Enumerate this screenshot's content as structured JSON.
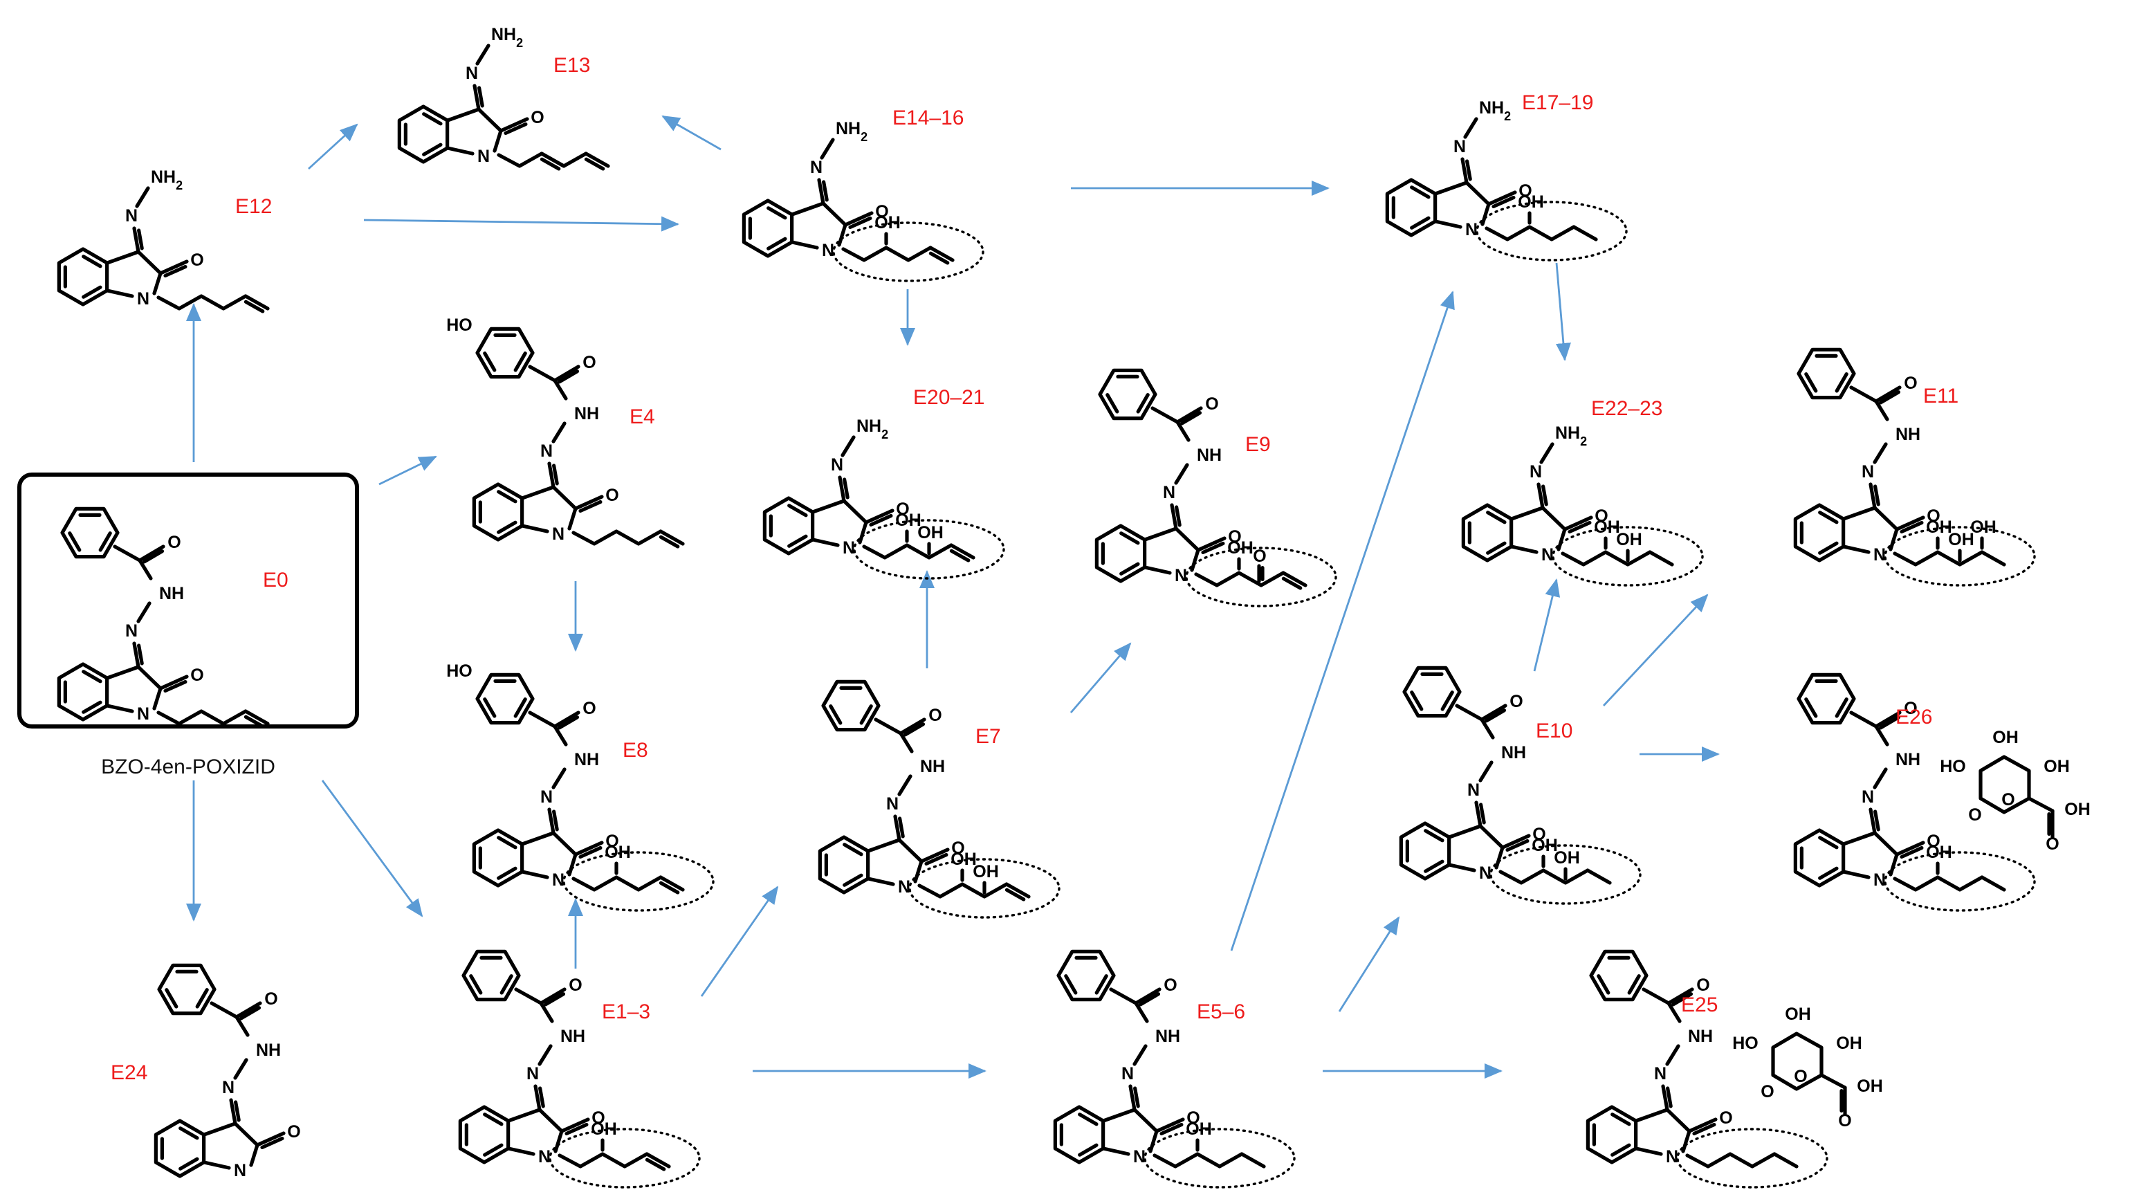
{
  "colors": {
    "label": "#ee1c1c",
    "arrow": "#5b9bd5",
    "structure": "#000000",
    "frame": "#000000"
  },
  "parent": {
    "id": "E0",
    "caption": "BZO-4en-POXIZID"
  },
  "compounds": [
    {
      "id": "E0",
      "label": "E0",
      "core": "bzo",
      "tail": "pentenyl"
    },
    {
      "id": "E12",
      "label": "E12",
      "core": "hydrazone",
      "tail": "pentenyl"
    },
    {
      "id": "E13",
      "label": "E13",
      "core": "hydrazone",
      "tail": "pentadienyl"
    },
    {
      "id": "E14-16",
      "label": "E14–16",
      "core": "hydrazone",
      "tail": "pentenyl",
      "groups": [
        "OH"
      ]
    },
    {
      "id": "E17-19",
      "label": "E17–19",
      "core": "hydrazone",
      "tail": "pentyl",
      "groups": [
        "OH"
      ]
    },
    {
      "id": "E4",
      "label": "E4",
      "core": "hydroxybzo",
      "tail": "pentenyl"
    },
    {
      "id": "E8",
      "label": "E8",
      "core": "hydroxybzo",
      "tail": "pentenyl",
      "groups": [
        "OH"
      ]
    },
    {
      "id": "E20-21",
      "label": "E20–21",
      "core": "hydrazone",
      "tail": "pentenyl",
      "groups": [
        "OH",
        "OH"
      ]
    },
    {
      "id": "E9",
      "label": "E9",
      "core": "bzo",
      "tail": "pentenyl",
      "groups": [
        "OH",
        "O"
      ]
    },
    {
      "id": "E22-23",
      "label": "E22–23",
      "core": "hydrazone",
      "tail": "pentyl",
      "groups": [
        "OH",
        "OH"
      ]
    },
    {
      "id": "E11",
      "label": "E11",
      "core": "bzo",
      "tail": "pentyl",
      "groups": [
        "OH",
        "OH",
        "OH"
      ]
    },
    {
      "id": "E7",
      "label": "E7",
      "core": "bzo",
      "tail": "pentenyl",
      "groups": [
        "OH",
        "OH"
      ]
    },
    {
      "id": "E10",
      "label": "E10",
      "core": "bzo",
      "tail": "pentyl",
      "groups": [
        "OH",
        "OH"
      ]
    },
    {
      "id": "E26",
      "label": "E26",
      "core": "bzo",
      "tail": "pentyl",
      "groups": [
        "OH",
        "O-glucuronide"
      ]
    },
    {
      "id": "E24",
      "label": "E24",
      "core": "bzo",
      "tail": "none"
    },
    {
      "id": "E1-3",
      "label": "E1–3",
      "core": "bzo",
      "tail": "pentenyl",
      "groups": [
        "OH"
      ]
    },
    {
      "id": "E5-6",
      "label": "E5–6",
      "core": "bzo",
      "tail": "pentyl",
      "groups": [
        "OH"
      ]
    },
    {
      "id": "E25",
      "label": "E25",
      "core": "bzo",
      "tail": "pentyl",
      "groups": [
        "O-glucuronide"
      ]
    }
  ],
  "atoms": {
    "nh2": "NH",
    "nh2_sub": "2",
    "n": "N",
    "o": "O",
    "oh": "OH",
    "ho": "HO",
    "nh": "NH"
  },
  "pathways": [
    [
      "E0",
      "E12"
    ],
    [
      "E0",
      "E4"
    ],
    [
      "E0",
      "E24"
    ],
    [
      "E0",
      "E1-3"
    ],
    [
      "E12",
      "E13"
    ],
    [
      "E12",
      "E14-16"
    ],
    [
      "E14-16",
      "E13"
    ],
    [
      "E14-16",
      "E17-19"
    ],
    [
      "E14-16",
      "E20-21"
    ],
    [
      "E4",
      "E8"
    ],
    [
      "E1-3",
      "E8"
    ],
    [
      "E1-3",
      "E7"
    ],
    [
      "E1-3",
      "E5-6"
    ],
    [
      "E7",
      "E20-21"
    ],
    [
      "E7",
      "E9"
    ],
    [
      "E17-19",
      "E22-23"
    ],
    [
      "E5-6",
      "E17-19"
    ],
    [
      "E5-6",
      "E10"
    ],
    [
      "E5-6",
      "E25"
    ],
    [
      "E10",
      "E22-23"
    ],
    [
      "E10",
      "E11"
    ],
    [
      "E10",
      "E26"
    ]
  ]
}
